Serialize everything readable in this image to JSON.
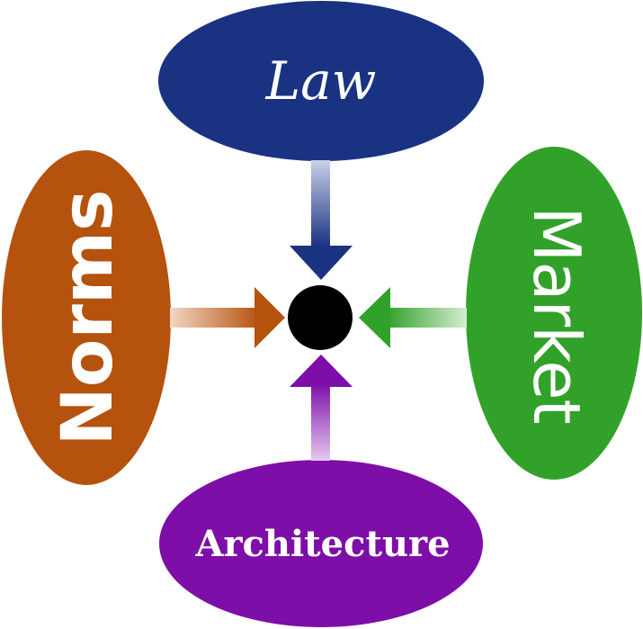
{
  "nodes": {
    "top": {
      "label": "Law",
      "color": "#1a3282"
    },
    "left": {
      "label": "Norms",
      "color": "#b5520d"
    },
    "right": {
      "label": "Market",
      "color": "#32a12a"
    },
    "bottom": {
      "label": "Architecture",
      "color": "#7e0ea8"
    }
  },
  "center": {
    "color": "#000000"
  }
}
